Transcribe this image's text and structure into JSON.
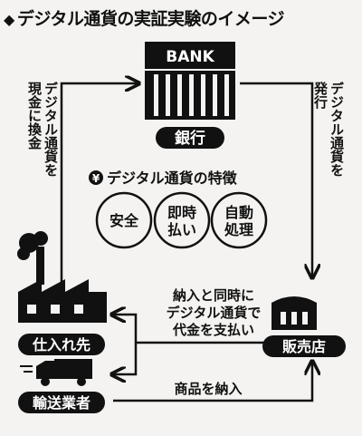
{
  "title": "デジタル通貨の実証実験のイメージ",
  "bank": {
    "sign": "BANK",
    "label": "銀行"
  },
  "features": {
    "heading": "デジタル通貨の特徴",
    "items": [
      {
        "lines": [
          "安全"
        ]
      },
      {
        "lines": [
          "即時",
          "払い"
        ]
      },
      {
        "lines": [
          "自動",
          "処理"
        ]
      }
    ]
  },
  "nodes": {
    "supplier": "仕入れ先",
    "shipper": "輸送業者",
    "store": "販売店"
  },
  "flows": {
    "supplier_to_bank": [
      "デジタル通貨を",
      "現金に換金"
    ],
    "bank_to_store": [
      "デジタル通貨を",
      "発行"
    ],
    "store_to_supplier": [
      "納入と同時に",
      "デジタル通貨で",
      "代金を支払い"
    ],
    "shipper_to_store": "商品を納入"
  },
  "icons": {
    "title_icon": "cube-icon",
    "yen_icon": "yen-icon",
    "bank_icon": "bank-building-icon",
    "factory_icon": "factory-icon",
    "truck_icon": "truck-icon",
    "store_icon": "store-icon"
  }
}
